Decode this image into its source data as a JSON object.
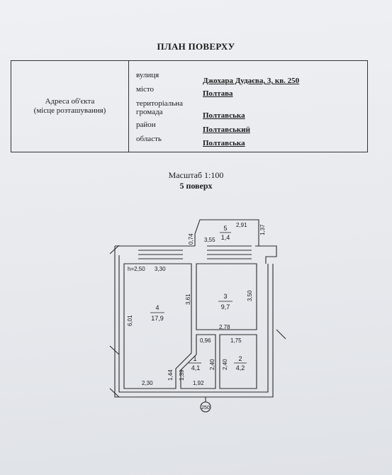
{
  "title": "ПЛАН ПОВЕРХУ",
  "address": {
    "label_line1": "Адреса об'єкта",
    "label_line2": "(місце розташування)",
    "fields": [
      {
        "label": "вулиця",
        "value": "Джохара Дудаєва, 3, кв. 250"
      },
      {
        "label": "місто",
        "value": "Полтава"
      },
      {
        "label_line1": "територіальна",
        "label_line2": "громада",
        "value": "Полтавська"
      },
      {
        "label": "район",
        "value": "Полтавський"
      },
      {
        "label": "область",
        "value": "Полтавська"
      }
    ]
  },
  "scale": "Масштаб 1:100",
  "floor": "5 поверх",
  "rooms": [
    {
      "number": "4",
      "area": "17,9"
    },
    {
      "number": "3",
      "area": "9,7"
    },
    {
      "number": "5",
      "area": "1,4"
    },
    {
      "number": "1",
      "area": "4,1"
    },
    {
      "number": "2",
      "area": "4,2"
    }
  ],
  "dimensions": {
    "ceiling_height": "h=2,50",
    "d_330": "3,30",
    "d_601": "6,01",
    "d_230": "2,30",
    "d_361": "3,61",
    "d_355": "3,55",
    "d_350": "3,50",
    "d_278": "2,78",
    "d_074": "0,74",
    "d_291": "2,91",
    "d_137": "1,37",
    "d_096": "0,96",
    "d_175": "1,75",
    "d_144": "1,44",
    "d_139": "1,39",
    "d_240a": "2,40",
    "d_240b": "2,40",
    "d_192": "1,92"
  },
  "apartment_number": "250"
}
